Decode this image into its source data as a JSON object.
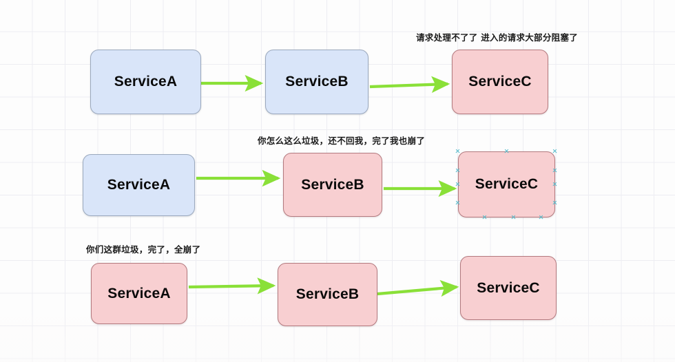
{
  "diagram": {
    "title_visible": false,
    "colors": {
      "node_blue_fill": "#d9e5f9",
      "node_blue_stroke": "#9aa8bd",
      "node_pink_fill": "#f8cfd1",
      "node_pink_stroke": "#b3797e",
      "arrow": "#8ae038",
      "grid_line": "#ededf2",
      "selection_handle": "#4fb8c9",
      "text": "#0a0a0a"
    },
    "rows": [
      {
        "id": "row-1",
        "annotation": "请求处理不了了 进入的请求大部分阻塞了",
        "nodes": [
          {
            "id": "r1-a",
            "label": "ServiceA",
            "state": "healthy"
          },
          {
            "id": "r1-b",
            "label": "ServiceB",
            "state": "healthy"
          },
          {
            "id": "r1-c",
            "label": "ServiceC",
            "state": "failing"
          }
        ]
      },
      {
        "id": "row-2",
        "annotation": "你怎么这么垃圾，还不回我，完了我也崩了",
        "nodes": [
          {
            "id": "r2-a",
            "label": "ServiceA",
            "state": "healthy"
          },
          {
            "id": "r2-b",
            "label": "ServiceB",
            "state": "failing"
          },
          {
            "id": "r2-c",
            "label": "ServiceC",
            "state": "failing",
            "selected": true
          }
        ]
      },
      {
        "id": "row-3",
        "annotation": "你们这群垃圾，完了，全崩了",
        "nodes": [
          {
            "id": "r3-a",
            "label": "ServiceA",
            "state": "failing"
          },
          {
            "id": "r3-b",
            "label": "ServiceB",
            "state": "failing"
          },
          {
            "id": "r3-c",
            "label": "ServiceC",
            "state": "failing"
          }
        ]
      }
    ],
    "arrows": [
      {
        "id": "arrow-r1-ab",
        "from": "ServiceA",
        "to": "ServiceB"
      },
      {
        "id": "arrow-r1-bc",
        "from": "ServiceB",
        "to": "ServiceC"
      },
      {
        "id": "arrow-r2-ab",
        "from": "ServiceA",
        "to": "ServiceB"
      },
      {
        "id": "arrow-r2-bc",
        "from": "ServiceB",
        "to": "ServiceC"
      },
      {
        "id": "arrow-r3-ab",
        "from": "ServiceA",
        "to": "ServiceB"
      },
      {
        "id": "arrow-r3-bc",
        "from": "ServiceB",
        "to": "ServiceC"
      }
    ]
  }
}
